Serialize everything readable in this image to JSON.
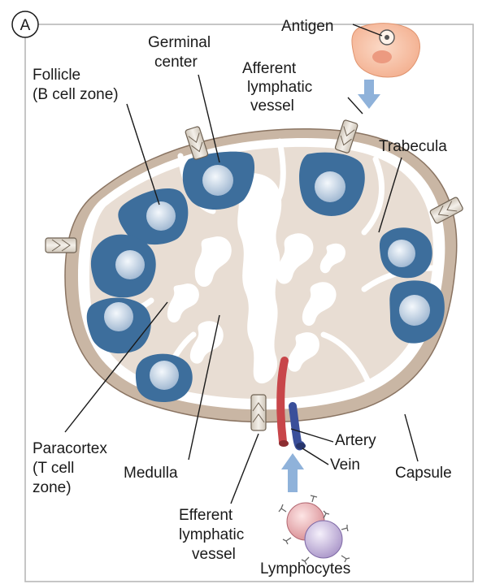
{
  "panel_letter": "A",
  "labels": {
    "antigen": "Antigen",
    "germinal_center": [
      "Germinal",
      "center"
    ],
    "afferent_vessel": [
      "Afferent",
      "lymphatic",
      "vessel"
    ],
    "follicle": [
      "Follicle",
      "(B cell zone)"
    ],
    "trabecula": "Trabecula",
    "paracortex": [
      "Paracortex",
      "(T cell",
      "zone)"
    ],
    "medulla": "Medulla",
    "artery": "Artery",
    "vein": "Vein",
    "capsule": "Capsule",
    "efferent_vessel": [
      "Efferent",
      "lymphatic",
      "vessel"
    ],
    "lymphocytes": "Lymphocytes"
  },
  "colors": {
    "frame": "#b8b8b8",
    "capsule": "#c9b6a4",
    "capsule_edge": "#8a7462",
    "parenchyma": "#e8ddd3",
    "sinus": "#ffffff",
    "follicle": "#3d6e9c",
    "germinal_center": "#cfdcea",
    "arrow": "#8fb2da",
    "antigen_cell": "#f6c3a6",
    "artery": "#c8464a",
    "vein": "#3a4f9a",
    "lymphocyte_red": "#e7a9ad",
    "lymphocyte_purple": "#c9b8dc"
  }
}
